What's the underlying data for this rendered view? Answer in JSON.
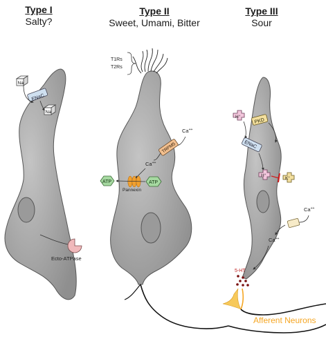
{
  "columns": [
    {
      "title": "Type I",
      "subtitle": "Salty?"
    },
    {
      "title": "Type II",
      "subtitle": "Sweet, Umami, Bitter"
    },
    {
      "title": "Type III",
      "subtitle": "Sour"
    }
  ],
  "receptors": {
    "t1rs": "T1Rs",
    "t2rs": "T2Rs"
  },
  "type1": {
    "na_top": "Na",
    "enac": "ENaC",
    "na_bottom": "Na",
    "ecto": "Ecto-ATPase"
  },
  "type2": {
    "ca_out": "Ca",
    "ca_out_sup": "++",
    "trpm5": "TRPM5",
    "ca_in": "Ca",
    "ca_in_sup": "++",
    "atp_left": "ATP",
    "atp_right": "ATP",
    "pannexin": "Pannexin"
  },
  "type3": {
    "h1": "H",
    "h1_sup": "+",
    "pkd": "PKD",
    "enac": "ENaC",
    "h2": "H",
    "h2_sup": "+",
    "k": "K",
    "k_sup": "+",
    "ca_out": "Ca",
    "ca_out_sup": "++",
    "ca_in": "Ca",
    "ca_in_sup": "++",
    "ht": "5-HT"
  },
  "neurons": "Afferent Neurons",
  "colors": {
    "cell": "#a9a9a9",
    "cell_dark": "#8a8a8a",
    "enac": "#cfe0f0",
    "trpm5": "#f3c08f",
    "atp": "#a6d9a1",
    "pkd": "#f3df9e",
    "h_ion": "#f2c6dc",
    "ecto": "#f0b9bb",
    "neuron_text": "#f5a623",
    "red": "#d11d1d"
  }
}
